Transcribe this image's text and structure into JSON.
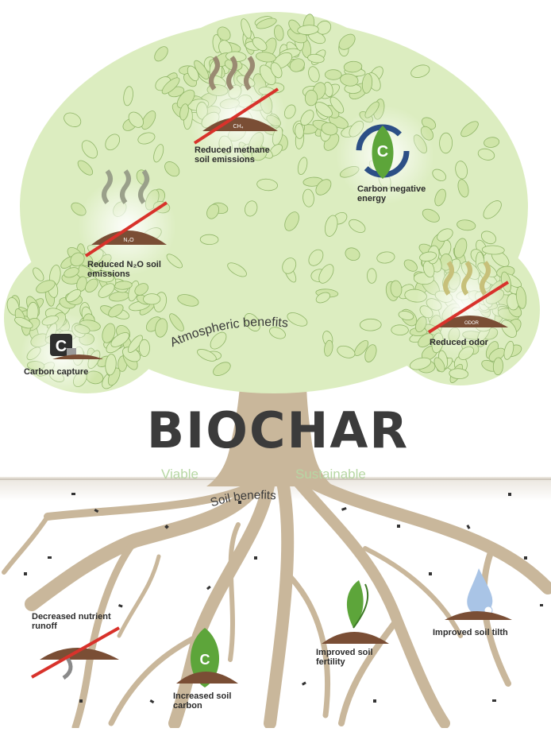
{
  "title": "BIOCHAR",
  "side_labels": {
    "left": "Viable",
    "right": "Sustainable"
  },
  "arc_labels": {
    "atmosphere": "Atmospheric benefits",
    "soil": "Soil benefits"
  },
  "atmospheric_benefits": [
    {
      "id": "methane",
      "text_lines": [
        "Reduced methane",
        "soil emissions"
      ],
      "mound_label": "CH₄"
    },
    {
      "id": "carbon-negative",
      "text_lines": [
        "Carbon negative",
        "energy"
      ],
      "icon_letter": "C"
    },
    {
      "id": "n2o",
      "text_lines": [
        "Reduced N₂O soil",
        "emissions"
      ],
      "mound_label": "N₂O"
    },
    {
      "id": "odor",
      "text_lines": [
        "Reduced odor"
      ],
      "mound_label": "ODOR"
    },
    {
      "id": "carbon-capture",
      "text_lines": [
        "Carbon capture"
      ],
      "icon_letter": "C"
    }
  ],
  "soil_benefits": [
    {
      "id": "nutrient-runoff",
      "text_lines": [
        "Decreased nutrient",
        "runoff"
      ]
    },
    {
      "id": "soil-carbon",
      "text_lines": [
        "Increased soil",
        "carbon"
      ],
      "icon_letter": "C"
    },
    {
      "id": "fertility",
      "text_lines": [
        "Improved soil",
        "fertility"
      ]
    },
    {
      "id": "tilth",
      "text_lines": [
        "Improved soil tilth"
      ]
    }
  ],
  "colors": {
    "leaf_fill": "#d9ecb8",
    "leaf_stroke": "#8fb567",
    "trunk": "#c9b79b",
    "soil": "#7a4e35",
    "strike": "#d8322b",
    "green_icon": "#5da53a",
    "title": "#3b3b3b"
  }
}
